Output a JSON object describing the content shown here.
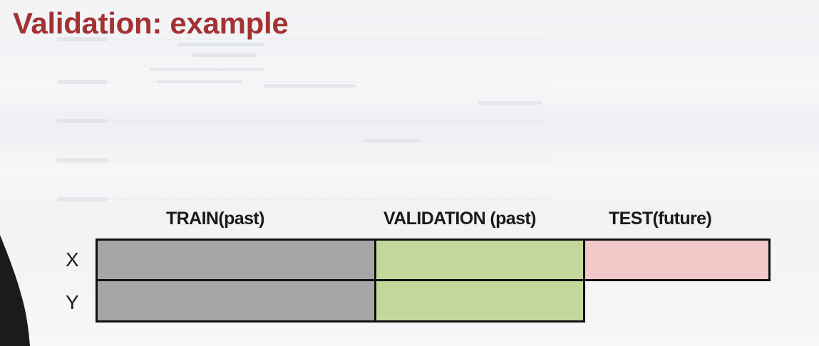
{
  "slide": {
    "title": "Validation: example"
  },
  "diagram": {
    "columns": [
      "TRAIN(past)",
      "VALIDATION (past)",
      "TEST(future)"
    ],
    "rows": [
      "X",
      "Y"
    ],
    "colors": {
      "train": "#a6a6a6",
      "validation": "#c4d79b",
      "test": "#f2c8c8",
      "title": "#a33232",
      "border": "#111111"
    },
    "filled_cells": {
      "X": [
        "TRAIN(past)",
        "VALIDATION (past)",
        "TEST(future)"
      ],
      "Y": [
        "TRAIN(past)",
        "VALIDATION (past)"
      ]
    }
  }
}
